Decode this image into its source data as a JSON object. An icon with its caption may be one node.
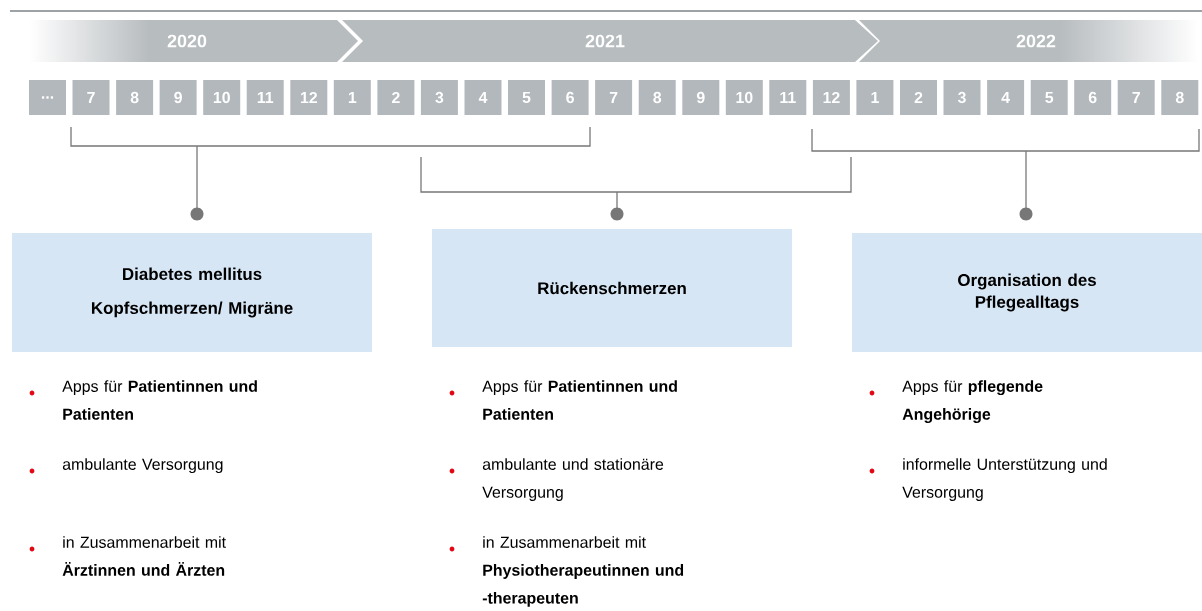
{
  "diagram": {
    "nodes": [
      {
        "text": [
          "2020"
        ]
      },
      {
        "text": [
          "2021"
        ]
      },
      {
        "text": [
          "2022"
        ]
      },
      {
        "text": [
          "..."
        ]
      },
      {
        "text": [
          "7"
        ]
      },
      {
        "text": [
          "8"
        ]
      },
      {
        "text": [
          "9"
        ]
      },
      {
        "text": [
          "10"
        ]
      },
      {
        "text": [
          "11"
        ]
      },
      {
        "text": [
          "12"
        ]
      },
      {
        "text": [
          "1"
        ]
      },
      {
        "text": [
          "2"
        ]
      },
      {
        "text": [
          "3"
        ]
      },
      {
        "text": [
          "4"
        ]
      },
      {
        "text": [
          "5"
        ]
      },
      {
        "text": [
          "6"
        ]
      },
      {
        "text": [
          "7"
        ]
      },
      {
        "text": [
          "8"
        ]
      },
      {
        "text": [
          "9"
        ]
      },
      {
        "text": [
          "10"
        ]
      },
      {
        "text": [
          "11"
        ]
      },
      {
        "text": [
          "12"
        ]
      },
      {
        "text": [
          "1"
        ]
      },
      {
        "text": [
          "2"
        ]
      },
      {
        "text": [
          "3"
        ]
      },
      {
        "text": [
          "4"
        ]
      },
      {
        "text": [
          "5"
        ]
      },
      {
        "text": [
          "6"
        ]
      },
      {
        "text": [
          "7"
        ]
      },
      {
        "text": [
          "8"
        ]
      },
      {
        "text": [
          "Diabetes mellitus",
          "Kopfschmerzen/ Migräne"
        ],
        "beside": [
          "Apps für **Patientinnen und Patienten**",
          "ambulante Versorgung",
          "in Zusammenarbeit mit **Ärztinnen und Ärzten**"
        ]
      },
      {
        "text": [
          "Rückenschmerzen"
        ],
        "beside": [
          "Apps für **Patientinnen und Patienten**",
          "ambulante und stationäre Versorgung",
          "in Zusammenarbeit mit **Physiotherapeutinnen und -therapeuten**"
        ]
      },
      {
        "text": [
          "Organisation des Pflegealltags"
        ],
        "beside": [
          "Apps für **pflegende Angehörige**",
          "informelle Unterstützung und Versorgung"
        ]
      }
    ]
  }
}
